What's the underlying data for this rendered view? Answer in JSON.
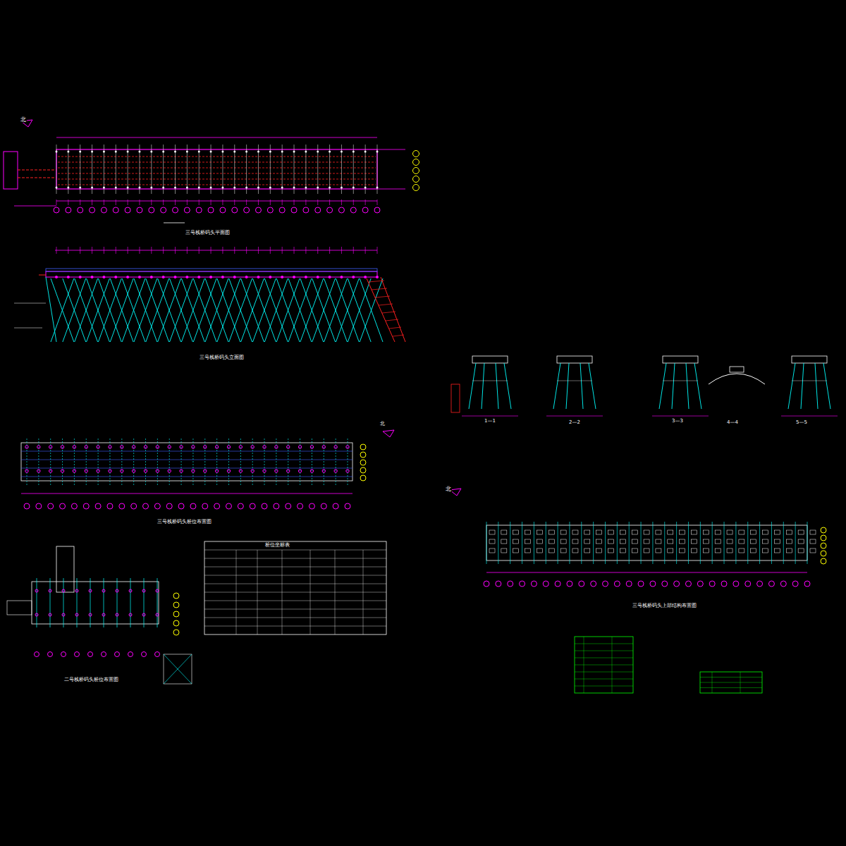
{
  "diagram": {
    "labels": [
      "北",
      "三号栈桥码头平面图",
      "三号栈桥码头立面图",
      "北",
      "三号栈桥码头桩位布置图",
      "二号栈桥码头桩位布置图",
      "桩位坐标表",
      "1—1",
      "2—2",
      "3—3",
      "4—4",
      "5—5",
      "北",
      "三号栈桥码头上部结构布置图"
    ]
  }
}
